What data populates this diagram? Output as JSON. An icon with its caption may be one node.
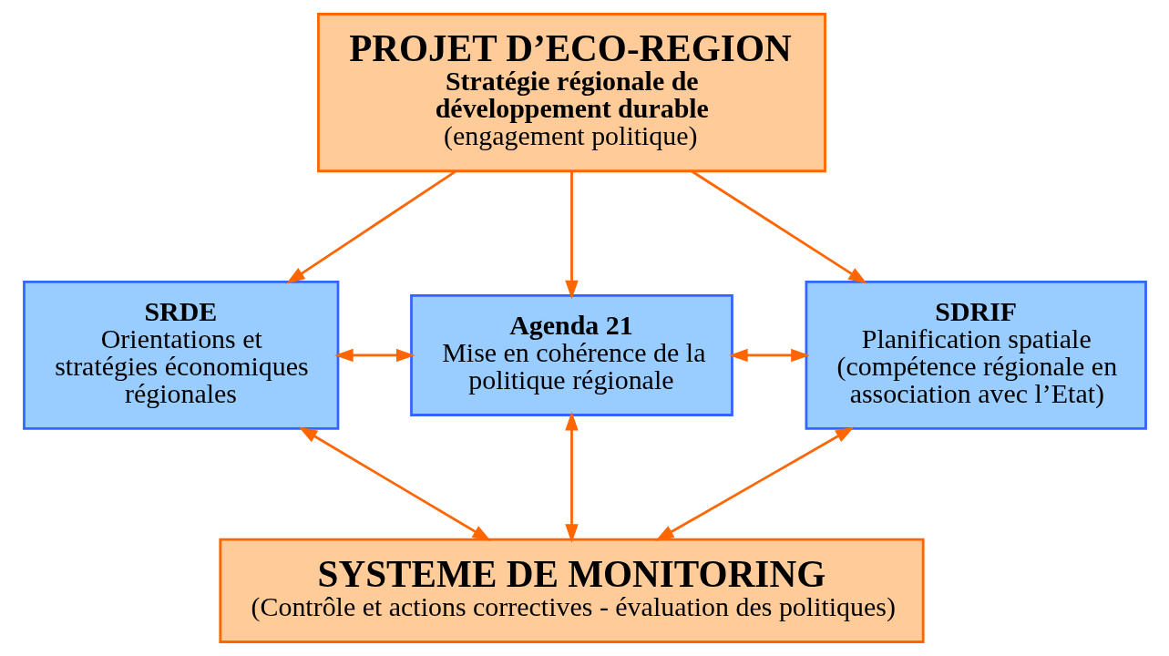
{
  "diagram": {
    "nodes": [
      {
        "text": [
          "PROJET D’ECO-REGION",
          "Stratégie régionale de développement durable",
          "(engagement politique)"
        ]
      },
      {
        "text": [
          "SRDE",
          "Orientations et stratégies économiques régionales"
        ]
      },
      {
        "text": [
          "Agenda 21",
          "Mise en cohérence de la politique régionale"
        ]
      },
      {
        "text": [
          "SDRIF",
          "Planification spatiale (compétence régionale en association avec l’Etat)"
        ]
      },
      {
        "text": [
          "SYSTEME DE MONITORING",
          "(Contrôle et actions correctives - évaluation des politiques)"
        ]
      }
    ],
    "edges": [
      {
        "from": 0,
        "to": 1,
        "arrow": "to"
      },
      {
        "from": 0,
        "to": 2,
        "arrow": "to"
      },
      {
        "from": 0,
        "to": 3,
        "arrow": "to"
      },
      {
        "from": 1,
        "to": 2,
        "arrow": "both"
      },
      {
        "from": 2,
        "to": 3,
        "arrow": "both"
      },
      {
        "from": 1,
        "to": 4,
        "arrow": "both"
      },
      {
        "from": 2,
        "to": 4,
        "arrow": "both"
      },
      {
        "from": 3,
        "to": 4,
        "arrow": "both"
      }
    ]
  }
}
